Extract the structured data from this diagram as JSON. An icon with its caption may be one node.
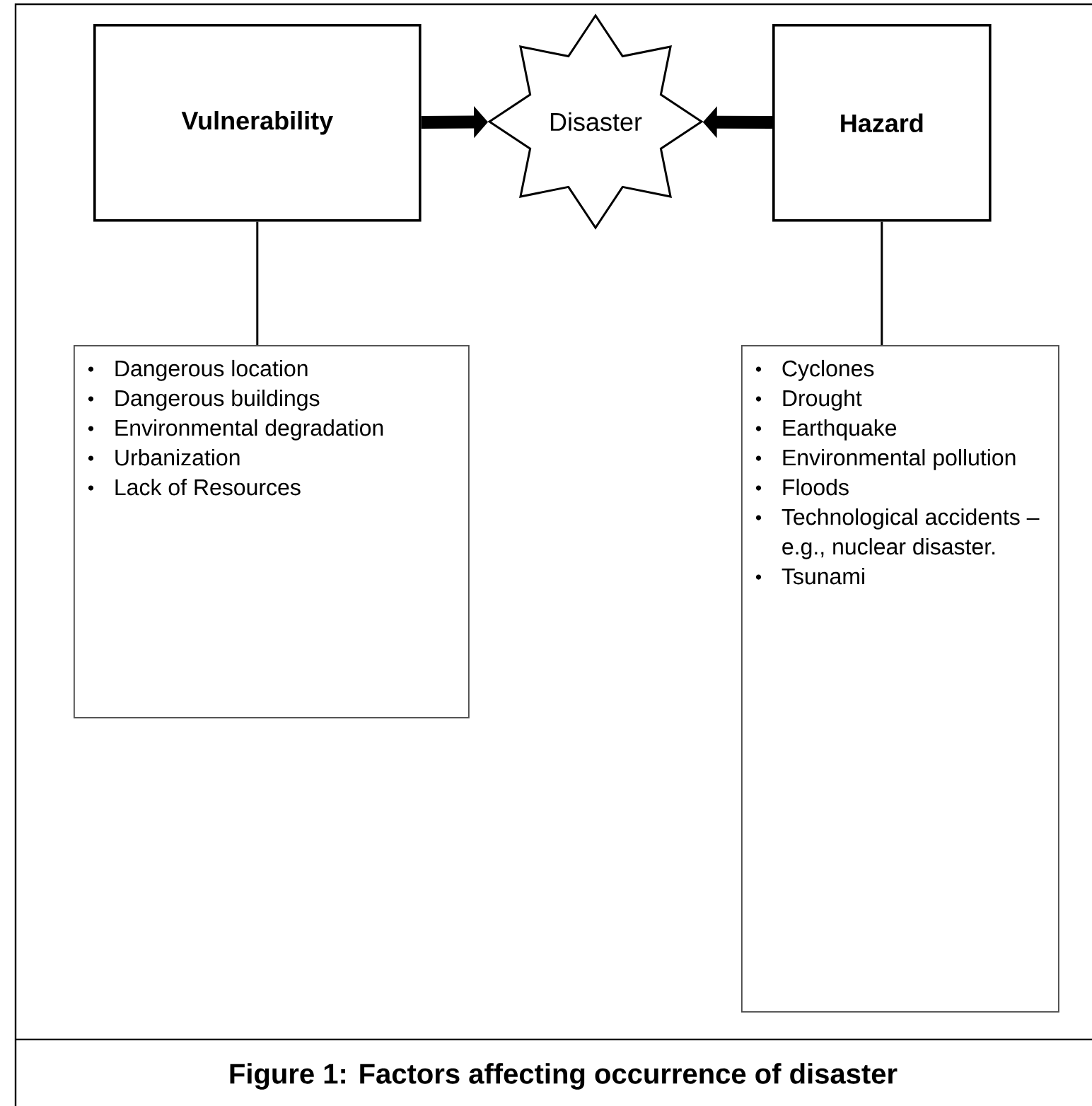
{
  "diagram": {
    "caption": "Figure 1: Factors affecting occurrence of disaster",
    "nodes": [
      {
        "text": [
          "Vulnerability"
        ]
      },
      {
        "text": [
          "Disaster"
        ]
      },
      {
        "text": [
          "Hazard"
        ]
      },
      {
        "text": [
          "Dangerous location",
          "Dangerous buildings",
          "Environmental degradation",
          "Urbanization",
          "Lack of Resources"
        ]
      },
      {
        "text": [
          "Cyclones",
          "Drought",
          "Earthquake",
          "Environmental pollution",
          "Floods",
          "Technological accidents – e.g., nuclear disaster.",
          "Tsunami"
        ]
      }
    ],
    "edges": [
      {
        "from": 0,
        "to": 1,
        "arrow": "to",
        "style": "thick"
      },
      {
        "from": 2,
        "to": 1,
        "arrow": "to",
        "style": "thick"
      },
      {
        "from": 0,
        "to": 3,
        "arrow": "none"
      },
      {
        "from": 2,
        "to": 4,
        "arrow": "none"
      }
    ]
  }
}
